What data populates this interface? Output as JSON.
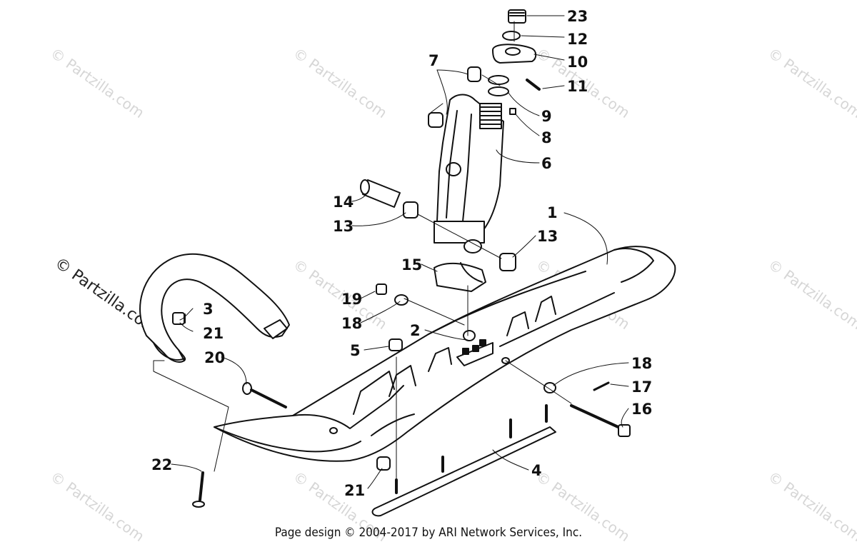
{
  "watermarks": {
    "faint_text": "© Partzilla.com",
    "strong_text": "© Partzilla.com"
  },
  "callouts": [
    "23",
    "12",
    "10",
    "11",
    "7",
    "9",
    "8",
    "6",
    "1",
    "14",
    "13",
    "13",
    "15",
    "3",
    "21",
    "19",
    "18",
    "2",
    "5",
    "20",
    "18",
    "17",
    "16",
    "22",
    "4",
    "21"
  ],
  "footer": "Page design © 2004-2017 by ARI Network Services, Inc."
}
